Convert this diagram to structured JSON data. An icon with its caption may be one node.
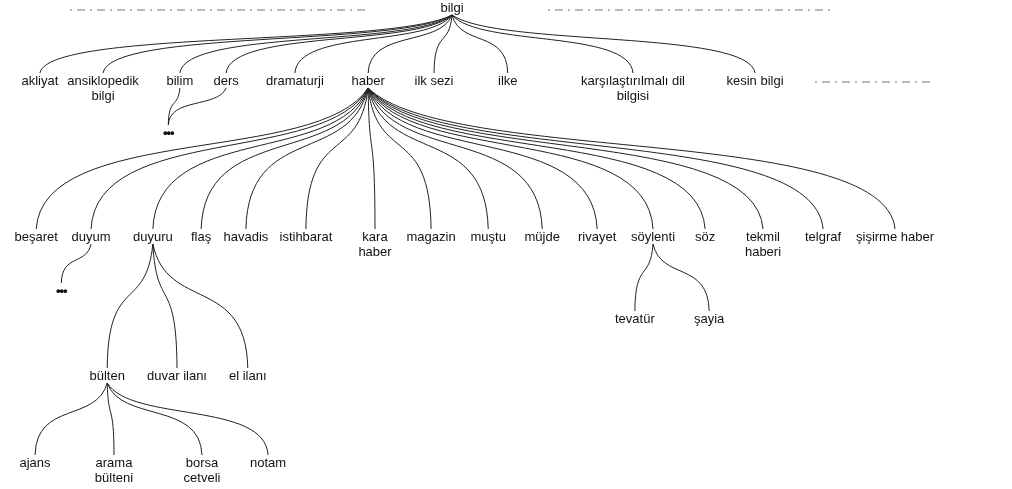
{
  "diagram": {
    "nodes": [
      {
        "text": [
          "bilgi"
        ]
      },
      {
        "text": [
          "akliyat"
        ]
      },
      {
        "text": [
          "ansiklopedik bilgi"
        ]
      },
      {
        "text": [
          "bilim"
        ]
      },
      {
        "text": [
          "ders"
        ]
      },
      {
        "text": [
          "dramaturji"
        ]
      },
      {
        "text": [
          "haber"
        ]
      },
      {
        "text": [
          "ilk sezi"
        ]
      },
      {
        "text": [
          "ilke"
        ]
      },
      {
        "text": [
          "karşılaştırılmalı dil bilgisi"
        ]
      },
      {
        "text": [
          "kesin bilgi"
        ]
      },
      {
        "text": [
          "•••"
        ]
      },
      {
        "text": [
          "beşaret"
        ]
      },
      {
        "text": [
          "duyum"
        ]
      },
      {
        "text": [
          "duyuru"
        ]
      },
      {
        "text": [
          "flaş"
        ]
      },
      {
        "text": [
          "havadis"
        ]
      },
      {
        "text": [
          "istihbarat"
        ]
      },
      {
        "text": [
          "kara haber"
        ]
      },
      {
        "text": [
          "magazin"
        ]
      },
      {
        "text": [
          "muştu"
        ]
      },
      {
        "text": [
          "müjde"
        ]
      },
      {
        "text": [
          "rivayet"
        ]
      },
      {
        "text": [
          "söylenti"
        ]
      },
      {
        "text": [
          "söz"
        ]
      },
      {
        "text": [
          "tekmil haberi"
        ]
      },
      {
        "text": [
          "telgraf"
        ]
      },
      {
        "text": [
          "şişirme haber"
        ]
      },
      {
        "text": [
          "•••"
        ]
      },
      {
        "text": [
          "bülten"
        ]
      },
      {
        "text": [
          "duvar ilanı"
        ]
      },
      {
        "text": [
          "el ilanı"
        ]
      },
      {
        "text": [
          "tevatür"
        ]
      },
      {
        "text": [
          "şayia"
        ]
      },
      {
        "text": [
          "ajans"
        ]
      },
      {
        "text": [
          "arama bülteni"
        ]
      },
      {
        "text": [
          "borsa cetveli"
        ]
      },
      {
        "text": [
          "notam"
        ]
      }
    ],
    "edges": [
      {
        "from": 0,
        "to": 1,
        "arrow": "none"
      },
      {
        "from": 0,
        "to": 2,
        "arrow": "none"
      },
      {
        "from": 0,
        "to": 3,
        "arrow": "none"
      },
      {
        "from": 0,
        "to": 4,
        "arrow": "none"
      },
      {
        "from": 0,
        "to": 5,
        "arrow": "none"
      },
      {
        "from": 0,
        "to": 6,
        "arrow": "none"
      },
      {
        "from": 0,
        "to": 7,
        "arrow": "none"
      },
      {
        "from": 0,
        "to": 8,
        "arrow": "none"
      },
      {
        "from": 0,
        "to": 9,
        "arrow": "none"
      },
      {
        "from": 0,
        "to": 10,
        "arrow": "none"
      },
      {
        "from": 3,
        "to": 11,
        "arrow": "none"
      },
      {
        "from": 4,
        "to": 11,
        "arrow": "none"
      },
      {
        "from": 6,
        "to": 12,
        "arrow": "none"
      },
      {
        "from": 6,
        "to": 13,
        "arrow": "none"
      },
      {
        "from": 6,
        "to": 14,
        "arrow": "none"
      },
      {
        "from": 6,
        "to": 15,
        "arrow": "none"
      },
      {
        "from": 6,
        "to": 16,
        "arrow": "none"
      },
      {
        "from": 6,
        "to": 17,
        "arrow": "none"
      },
      {
        "from": 6,
        "to": 18,
        "arrow": "none"
      },
      {
        "from": 6,
        "to": 19,
        "arrow": "none"
      },
      {
        "from": 6,
        "to": 20,
        "arrow": "none"
      },
      {
        "from": 6,
        "to": 21,
        "arrow": "none"
      },
      {
        "from": 6,
        "to": 22,
        "arrow": "none"
      },
      {
        "from": 6,
        "to": 23,
        "arrow": "none"
      },
      {
        "from": 6,
        "to": 24,
        "arrow": "none"
      },
      {
        "from": 6,
        "to": 25,
        "arrow": "none"
      },
      {
        "from": 6,
        "to": 26,
        "arrow": "none"
      },
      {
        "from": 6,
        "to": 27,
        "arrow": "none"
      },
      {
        "from": 13,
        "to": 28,
        "arrow": "none"
      },
      {
        "from": 14,
        "to": 29,
        "arrow": "none"
      },
      {
        "from": 14,
        "to": 30,
        "arrow": "none"
      },
      {
        "from": 14,
        "to": 31,
        "arrow": "none"
      },
      {
        "from": 23,
        "to": 32,
        "arrow": "none"
      },
      {
        "from": 23,
        "to": 33,
        "arrow": "none"
      },
      {
        "from": 29,
        "to": 34,
        "arrow": "none"
      },
      {
        "from": 29,
        "to": 35,
        "arrow": "none"
      },
      {
        "from": 29,
        "to": 36,
        "arrow": "none"
      },
      {
        "from": 29,
        "to": 37,
        "arrow": "none"
      }
    ]
  }
}
